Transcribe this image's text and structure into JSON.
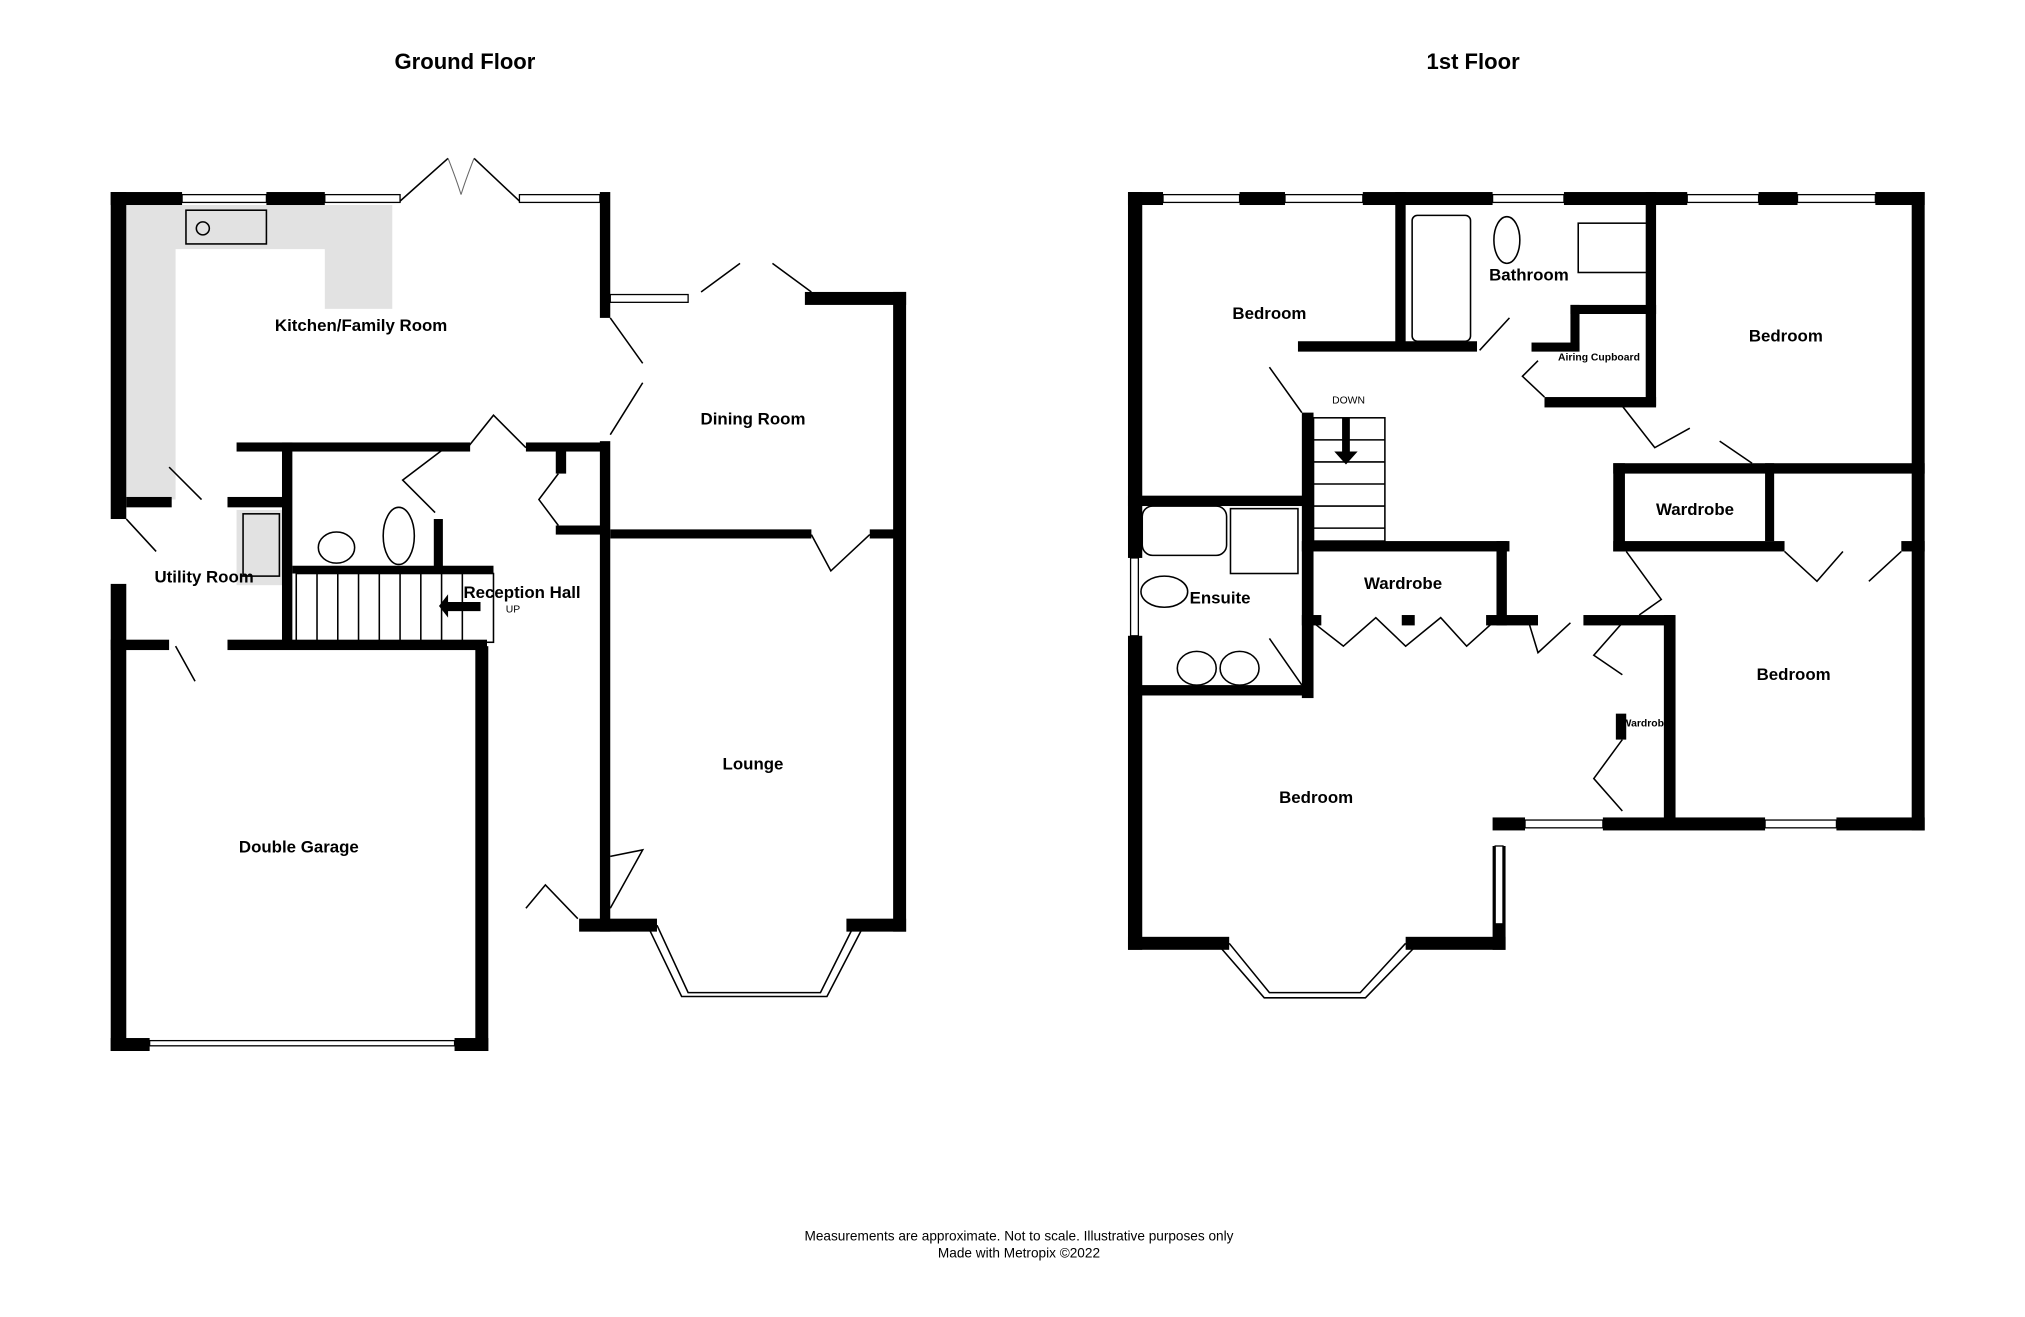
{
  "floors": [
    {
      "title": "Ground Floor",
      "rooms": [
        "Kitchen/Family Room",
        "Dining Room",
        "Utility Room",
        "Reception Hall",
        "Lounge",
        "Double Garage"
      ],
      "stairs_label": "UP"
    },
    {
      "title": "1st Floor",
      "rooms": [
        "Bedroom",
        "Bathroom",
        "Bedroom",
        "Airing Cupboard",
        "Wardrobe",
        "Ensuite",
        "Wardrobe",
        "Bedroom",
        "Bedroom",
        "Wardrobe"
      ],
      "stairs_label": "DOWN"
    }
  ],
  "footer": {
    "disclaimer": "Measurements are approximate.  Not to scale.  Illustrative purposes only",
    "credit": "Made with Metropix ©2022"
  },
  "colors": {
    "walls": "#000000",
    "worktop": "#e2e2e2",
    "background": "#ffffff"
  }
}
